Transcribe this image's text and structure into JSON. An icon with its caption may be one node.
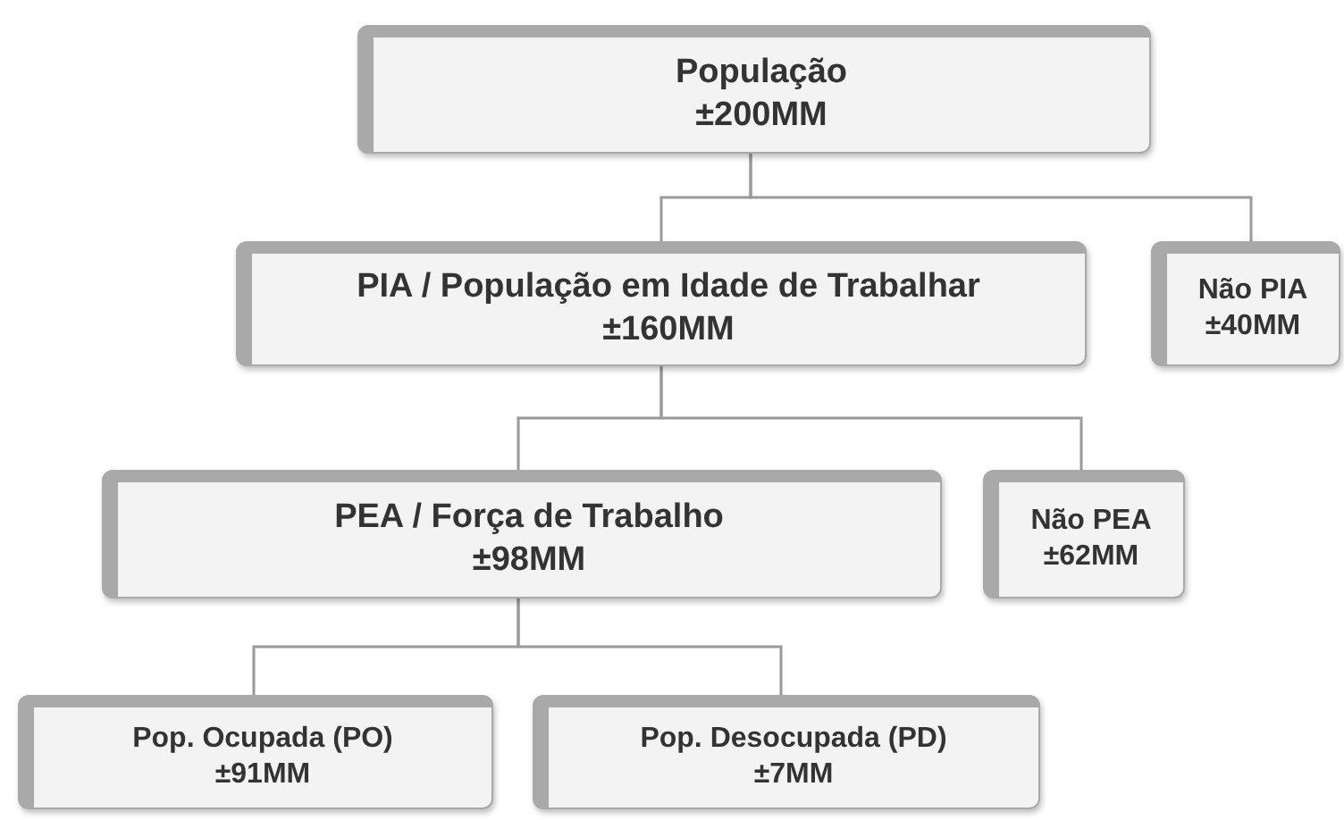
{
  "diagram": {
    "nodes": [
      {
        "text": [
          "População",
          "±200MM"
        ]
      },
      {
        "text": [
          "PIA / População em Idade de Trabalhar",
          "±160MM"
        ]
      },
      {
        "text": [
          "Não PIA",
          "±40MM"
        ]
      },
      {
        "text": [
          "PEA / Força de Trabalho",
          "±98MM"
        ]
      },
      {
        "text": [
          "Não PEA",
          "±62MM"
        ]
      },
      {
        "text": [
          "Pop. Ocupada (PO)",
          "±91MM"
        ]
      },
      {
        "text": [
          "Pop. Desocupada (PD)",
          "±7MM"
        ]
      }
    ],
    "edges": [
      {
        "from": 0,
        "to": 1,
        "arrow": "none"
      },
      {
        "from": 0,
        "to": 2,
        "arrow": "none"
      },
      {
        "from": 1,
        "to": 3,
        "arrow": "none"
      },
      {
        "from": 1,
        "to": 4,
        "arrow": "none"
      },
      {
        "from": 3,
        "to": 5,
        "arrow": "none"
      },
      {
        "from": 3,
        "to": 6,
        "arrow": "none"
      }
    ]
  }
}
